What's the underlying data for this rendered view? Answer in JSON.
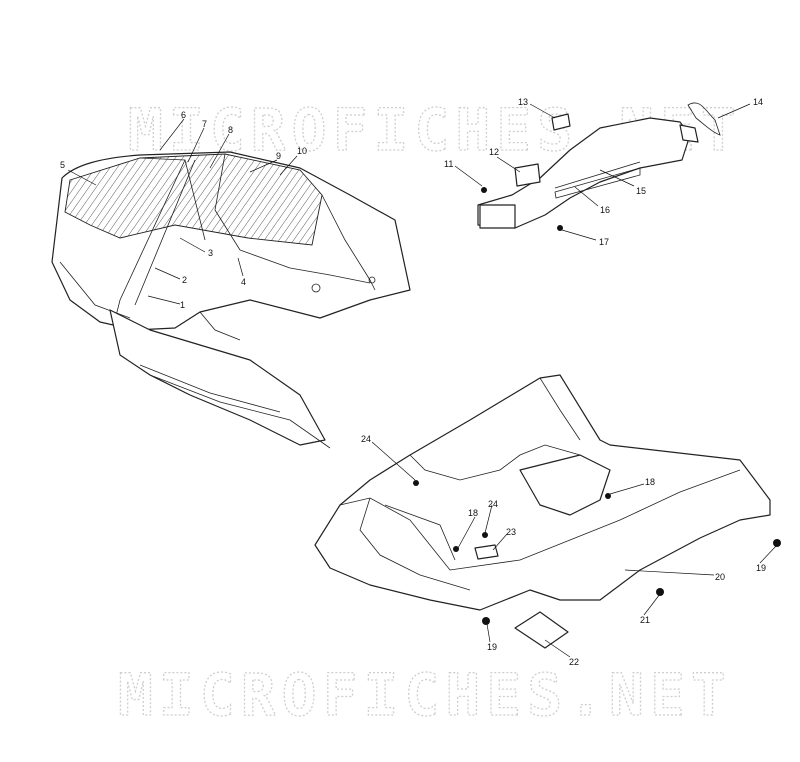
{
  "watermark": {
    "text": "MICROFICHES.NET"
  },
  "callouts": [
    {
      "id": "c1",
      "text": "1"
    },
    {
      "id": "c2",
      "text": "2"
    },
    {
      "id": "c3",
      "text": "3"
    },
    {
      "id": "c4",
      "text": "4"
    },
    {
      "id": "c5",
      "text": "5"
    },
    {
      "id": "c6",
      "text": "6"
    },
    {
      "id": "c7",
      "text": "7"
    },
    {
      "id": "c8",
      "text": "8"
    },
    {
      "id": "c9",
      "text": "9"
    },
    {
      "id": "c10",
      "text": "10"
    },
    {
      "id": "c11",
      "text": "11"
    },
    {
      "id": "c12",
      "text": "12"
    },
    {
      "id": "c13",
      "text": "13"
    },
    {
      "id": "c14",
      "text": "14"
    },
    {
      "id": "c15",
      "text": "15"
    },
    {
      "id": "c16",
      "text": "16"
    },
    {
      "id": "c17",
      "text": "17"
    },
    {
      "id": "c18a",
      "text": "18"
    },
    {
      "id": "c18b",
      "text": "18"
    },
    {
      "id": "c19a",
      "text": "19"
    },
    {
      "id": "c19b",
      "text": "19"
    },
    {
      "id": "c20",
      "text": "20"
    },
    {
      "id": "c21",
      "text": "21"
    },
    {
      "id": "c22",
      "text": "22"
    },
    {
      "id": "c23",
      "text": "23"
    },
    {
      "id": "c24a",
      "text": "24"
    },
    {
      "id": "c24b",
      "text": "24"
    }
  ]
}
